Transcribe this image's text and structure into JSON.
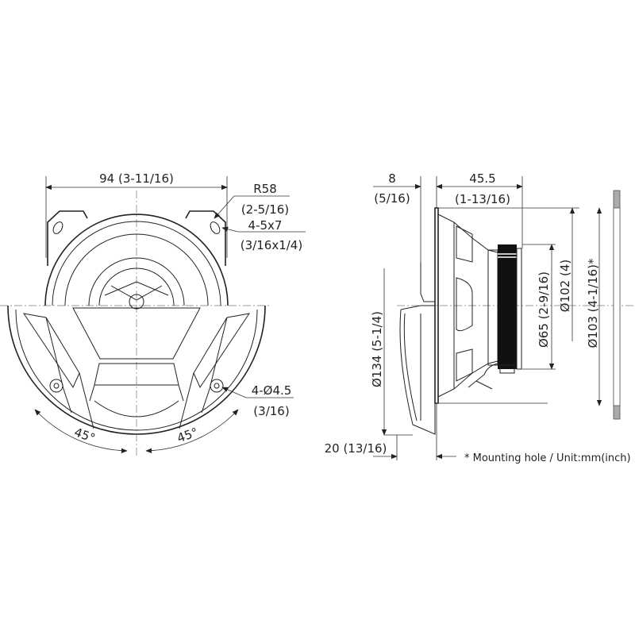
{
  "front_view": {
    "width_label": "94 (3-11/16)",
    "radius_label": "R58",
    "radius_inch": "(2-5/16)",
    "slot_label": "4-5x7",
    "slot_inch": "(3/16x1/4)",
    "hole_label": "4-Ø4.5",
    "hole_inch": "(3/16)",
    "angle_left": "45°",
    "angle_right": "45°"
  },
  "side_view": {
    "flange_label": "8",
    "flange_inch": "(5/16)",
    "depth_label": "45.5",
    "depth_inch": "(1-13/16)",
    "grille_diameter": "Ø134 (5-1/4)",
    "magnet_diameter": "Ø65 (2-9/16)",
    "basket_diameter": "Ø102 (4)",
    "mounting_diameter": "Ø103 (4-1/16)*",
    "protrusion_label": "20 (13/16)",
    "footnote": "* Mounting hole / Unit:mm(inch)"
  }
}
